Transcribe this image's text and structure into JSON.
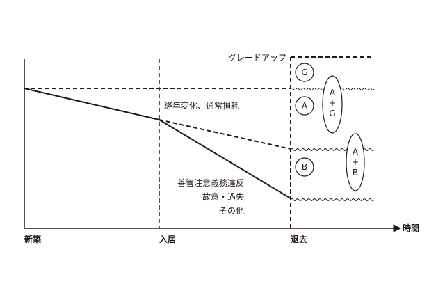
{
  "axis": {
    "x_start": "新築",
    "x_move_in": "入居",
    "x_move_out": "退去",
    "x_end": "時間"
  },
  "labels": {
    "grade_up": "グレードアップ",
    "aging": "経年変化、通常損耗",
    "breach_line1": "善管注意義務違反",
    "breach_line2": "故意・過失",
    "breach_line3": "その他"
  },
  "markers": {
    "g": "G",
    "a": "A",
    "b": "B",
    "ag": [
      "A",
      "+",
      "G"
    ],
    "ab": [
      "A",
      "+",
      "B"
    ]
  },
  "colors": {
    "ink": "#231815"
  }
}
